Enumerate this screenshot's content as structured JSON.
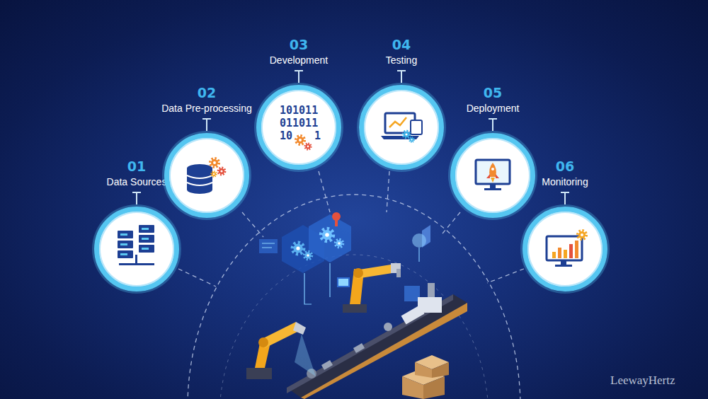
{
  "diagram": {
    "nodes": [
      {
        "text": [
          "01",
          "Data Sources"
        ]
      },
      {
        "text": [
          "02",
          "Data Pre-processing"
        ]
      },
      {
        "text": [
          "03",
          "Development"
        ]
      },
      {
        "text": [
          "04",
          "Testing"
        ]
      },
      {
        "text": [
          "05",
          "Deployment"
        ]
      },
      {
        "text": [
          "06",
          "Monitoring"
        ]
      }
    ],
    "labels": [
      "101011",
      "011011",
      "10",
      "1",
      "LeewayHertz"
    ]
  }
}
